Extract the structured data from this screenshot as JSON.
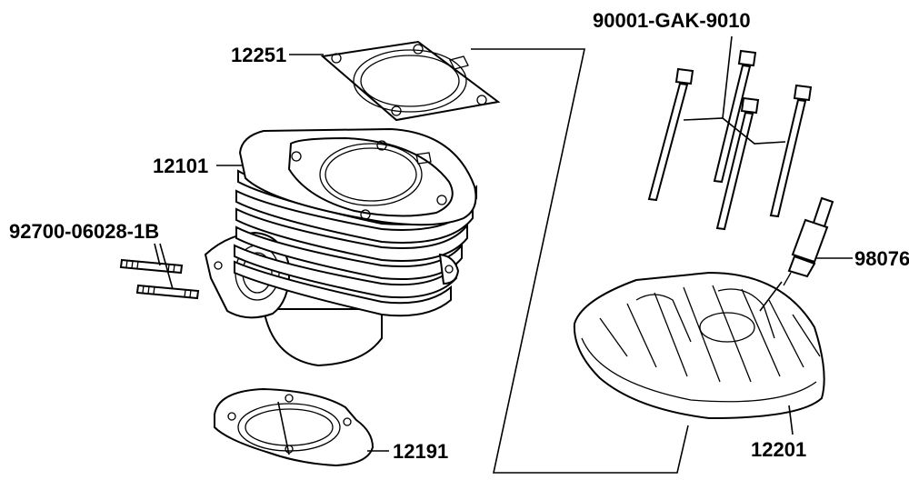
{
  "diagram": {
    "labels": {
      "head_gasket": "12251",
      "cylinder": "12101",
      "stud_bolts": "92700-06028-1B",
      "base_gasket": "12191",
      "flange_bolts": "90001-GAK-9010",
      "spark_plug": "98076",
      "cylinder_head": "12201"
    },
    "colors": {
      "ink": "#000000",
      "background": "#ffffff"
    }
  }
}
